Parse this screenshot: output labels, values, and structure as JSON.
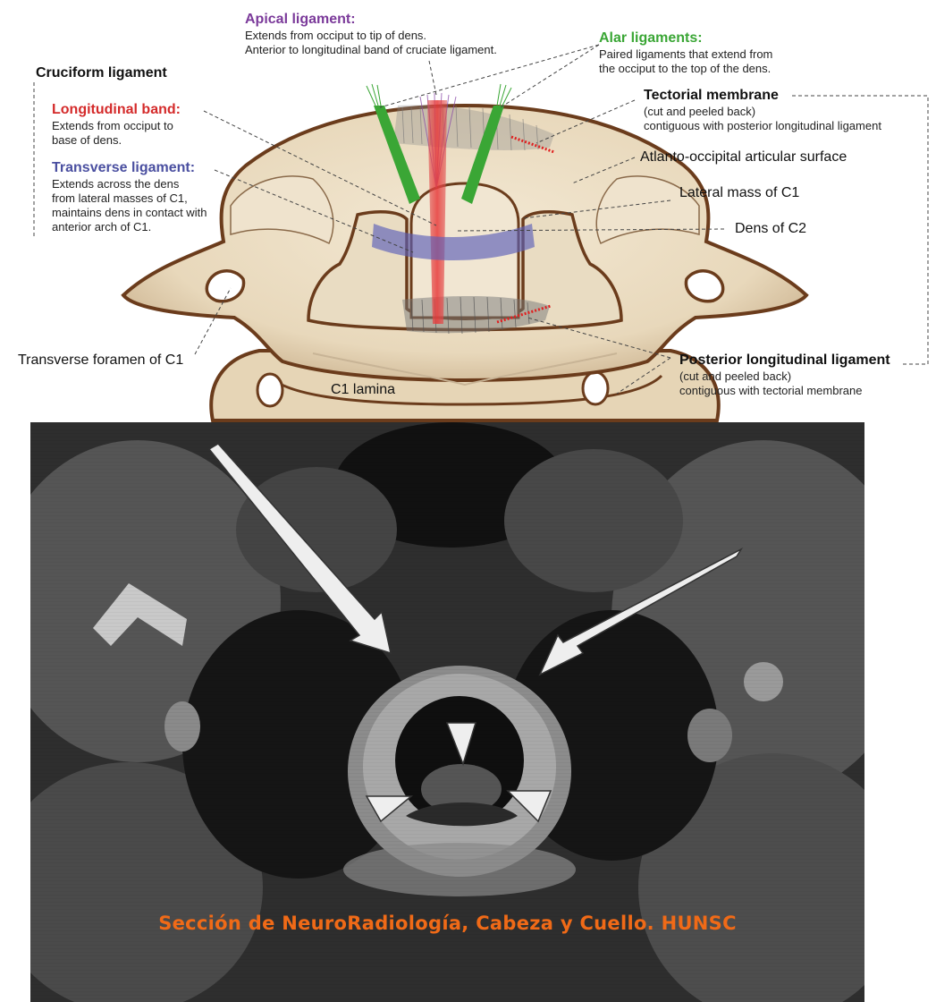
{
  "diagram": {
    "cruciform_title": "Cruciform ligament",
    "longitudinal_band": {
      "title": "Longitudinal band:",
      "lines": [
        "Extends from occiput to",
        "base of dens."
      ],
      "color": "#d42a2a"
    },
    "transverse_ligament": {
      "title": "Transverse ligament:",
      "lines": [
        "Extends across the dens",
        "from lateral masses of C1,",
        "maintains dens in contact with",
        "anterior arch of C1."
      ],
      "color": "#4a4fa0"
    },
    "apical_ligament": {
      "title": "Apical ligament:",
      "lines": [
        "Extends from occiput to tip of dens.",
        "Anterior to longitudinal band of cruciate ligament."
      ],
      "color": "#7b3a9a"
    },
    "alar_ligaments": {
      "title": "Alar ligaments:",
      "lines": [
        "Paired ligaments that extend from",
        "the occiput to the top of the dens."
      ],
      "color": "#3aa635"
    },
    "tectorial_membrane": {
      "title": "Tectorial membrane",
      "lines": [
        "(cut and peeled back)",
        "contiguous with posterior longitudinal ligament"
      ]
    },
    "atlanto_occipital": "Atlanto-occipital articular surface",
    "lateral_mass": "Lateral mass of C1",
    "dens_c2": "Dens of C2",
    "posterior_longitudinal": {
      "title": "Posterior longitudinal ligament",
      "lines": [
        "(cut and peeled back)",
        "contiguous with tectorial membrane"
      ]
    },
    "transverse_foramen": "Transverse foramen of C1",
    "c1_lamina": "C1 lamina",
    "bone_fill": "#eee1c8",
    "bone_outline": "#6b3c1c"
  },
  "mri": {
    "credit": "Sección de NeuroRadiología, Cabeza y Cuello. HUNSC",
    "credit_color": "#f06a17",
    "markers": [
      "arrow-left",
      "arrow-right",
      "arrowhead-top",
      "arrowhead-left",
      "arrowhead-right"
    ]
  }
}
